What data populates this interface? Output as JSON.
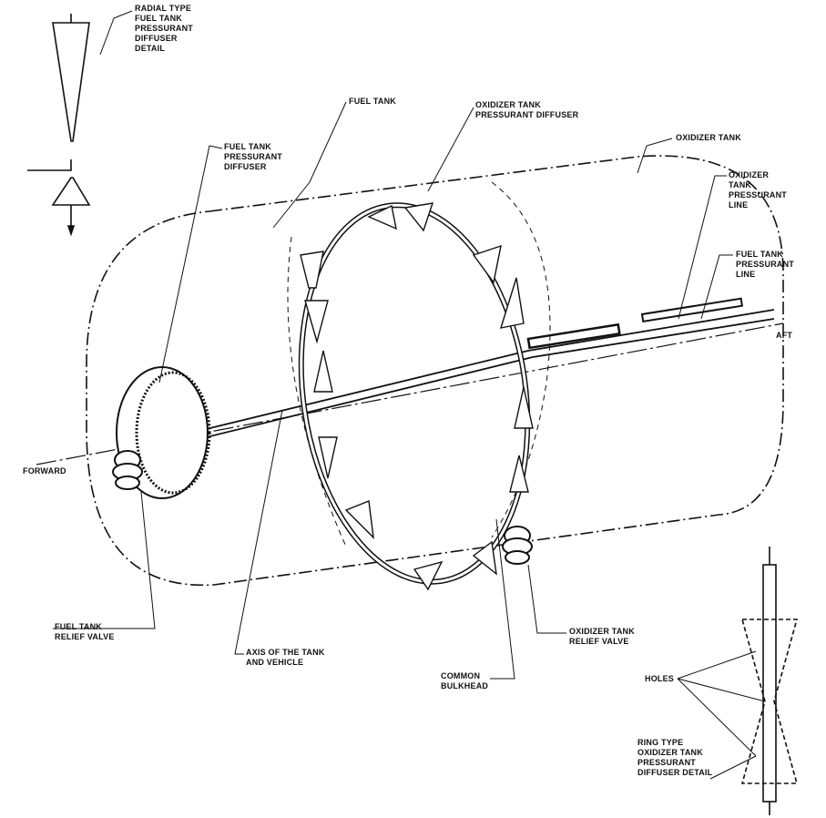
{
  "labels": {
    "radial_detail": [
      "RADIAL TYPE",
      "FUEL TANK",
      "PRESSURANT",
      "DIFFUSER",
      "DETAIL"
    ],
    "fuel_tank": [
      "FUEL TANK"
    ],
    "ox_diffuser": [
      "OXIDIZER TANK",
      "PRESSURANT DIFFUSER"
    ],
    "ox_tank": [
      "OXIDIZER TANK"
    ],
    "fuel_diffuser": [
      "FUEL TANK",
      "PRESSURANT",
      "DIFFUSER"
    ],
    "ox_line": [
      "OXIDIZER",
      "TANK",
      "PRESSURANT",
      "LINE"
    ],
    "fuel_line": [
      "FUEL TANK",
      "PRESSURANT",
      "LINE"
    ],
    "aft": [
      "AFT"
    ],
    "forward": [
      "FORWARD"
    ],
    "fuel_relief": [
      "FUEL TANK",
      "RELIEF VALVE"
    ],
    "axis": [
      "AXIS OF THE TANK",
      "AND VEHICLE"
    ],
    "bulkhead": [
      "COMMON",
      "BULKHEAD"
    ],
    "ox_relief": [
      "OXIDIZER TANK",
      "RELIEF VALVE"
    ],
    "holes": [
      "HOLES"
    ],
    "ring_detail": [
      "RING TYPE",
      "OXIDIZER TANK",
      "PRESSURANT",
      "DIFFUSER DETAIL"
    ]
  }
}
